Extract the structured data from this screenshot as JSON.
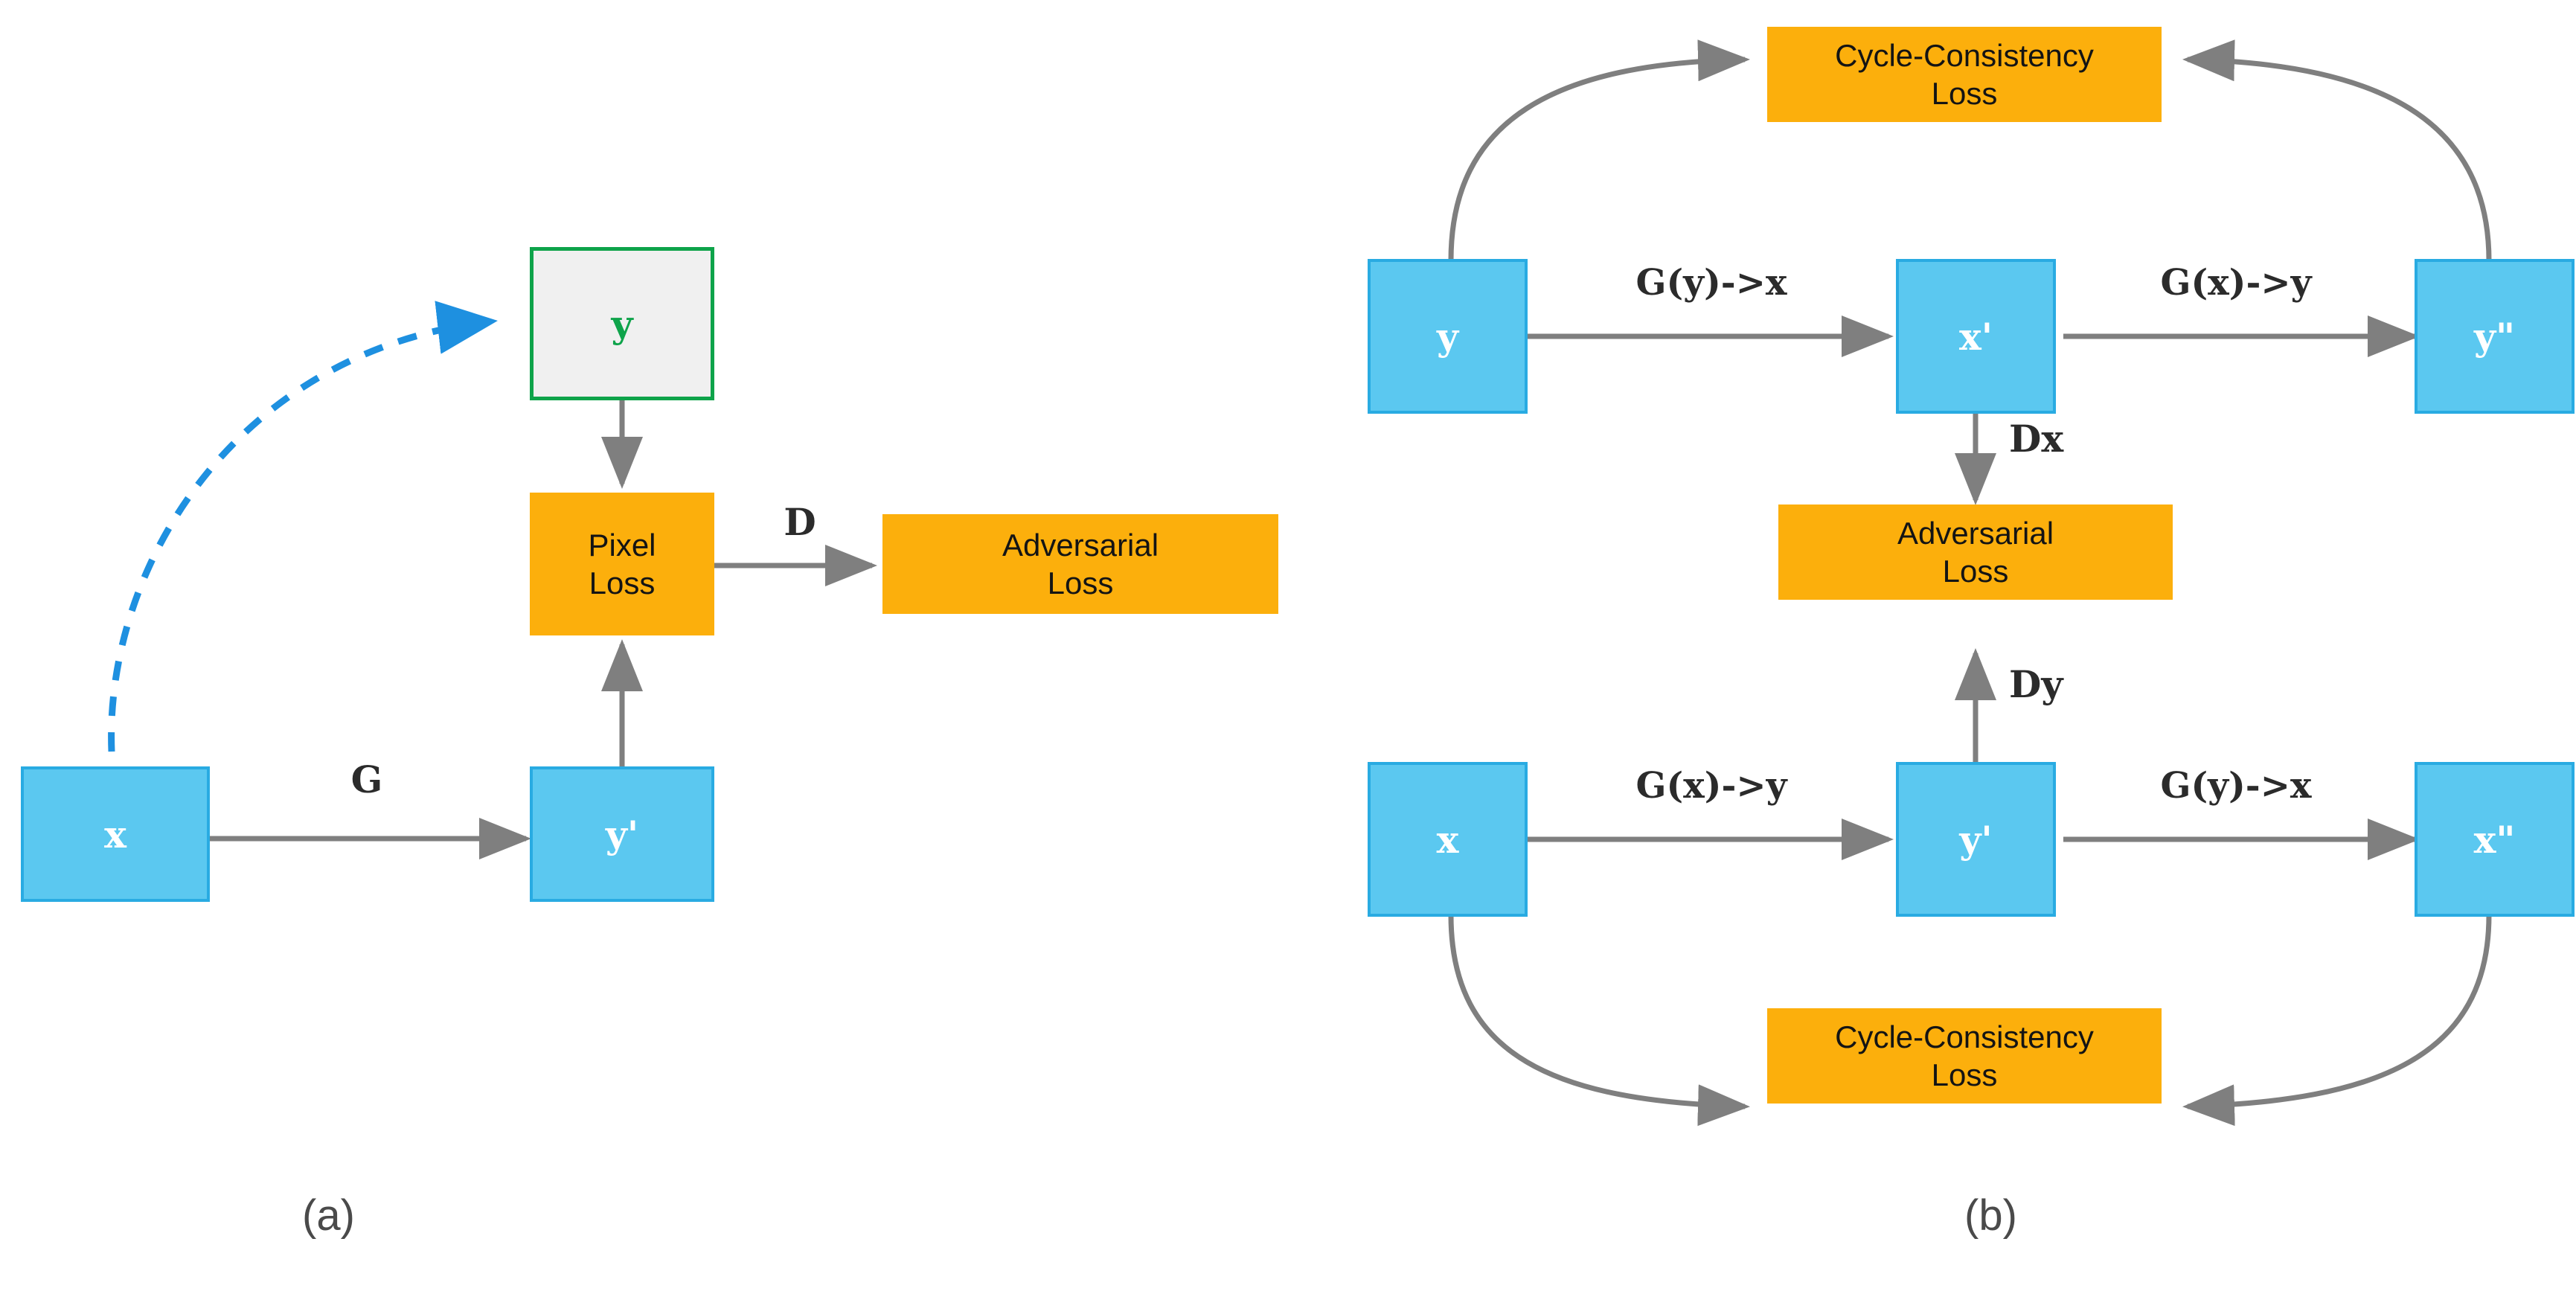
{
  "figure": {
    "type": "diagram",
    "description": "Two-panel schematic comparing a paired image-translation GAN (a) with a CycleGAN architecture (b)",
    "background_color": "#ffffff"
  },
  "colors": {
    "node_blue_fill": "#5BC8F0",
    "node_blue_border": "#29ABE2",
    "node_blue_text": "#ffffff",
    "node_green_fill": "#F0F0F0",
    "node_green_border": "#0EA34A",
    "node_green_text": "#0EA34A",
    "node_orange_fill": "#FCAF0C",
    "node_orange_text": "#141414",
    "arrow_gray": "#7F7F7F",
    "arrow_blue_dashed": "#1E90E0",
    "caption_text": "#4a4a4a"
  },
  "panel_a": {
    "caption": "(a)",
    "nodes": {
      "x": "x",
      "y": "y",
      "y_prime": "y'",
      "pixel_loss_line1": "Pixel",
      "pixel_loss_line2": "Loss",
      "adversarial_loss_line1": "Adversarial",
      "adversarial_loss_line2": "Loss"
    },
    "edge_labels": {
      "generator": "G",
      "discriminator": "D"
    },
    "edges": [
      {
        "from": "x",
        "to": "y",
        "label": "",
        "style": "dashed-blue-curve"
      },
      {
        "from": "x",
        "to": "y'",
        "label": "G",
        "style": "solid-gray"
      },
      {
        "from": "y",
        "to": "Pixel Loss",
        "label": "",
        "style": "solid-gray"
      },
      {
        "from": "y'",
        "to": "Pixel Loss",
        "label": "",
        "style": "solid-gray"
      },
      {
        "from": "Pixel Loss",
        "to": "Adversarial Loss",
        "label": "D",
        "style": "solid-gray"
      }
    ]
  },
  "panel_b": {
    "caption": "(b)",
    "nodes": {
      "y": "y",
      "x_prime": "x'",
      "y_double_prime": "y\"",
      "x": "x",
      "y_prime": "y'",
      "x_double_prime": "x\"",
      "cycle_loss_top_line1": "Cycle-Consistency",
      "cycle_loss_top_line2": "Loss",
      "cycle_loss_bottom_line1": "Cycle-Consistency",
      "cycle_loss_bottom_line2": "Loss",
      "adversarial_loss_line1": "Adversarial",
      "adversarial_loss_line2": "Loss"
    },
    "edge_labels": {
      "top_left": "G(y)->x",
      "top_right": "G(x)->y",
      "bottom_left": "G(x)->y",
      "bottom_right": "G(y)->x",
      "disc_x": "Dx",
      "disc_y": "Dy"
    },
    "edges": [
      {
        "from": "y",
        "to": "x'",
        "label": "G(y)->x",
        "style": "solid-gray"
      },
      {
        "from": "x'",
        "to": "y\"",
        "label": "G(x)->y",
        "style": "solid-gray"
      },
      {
        "from": "x",
        "to": "y'",
        "label": "G(x)->y",
        "style": "solid-gray"
      },
      {
        "from": "y'",
        "to": "x\"",
        "label": "G(y)->x",
        "style": "solid-gray"
      },
      {
        "from": "x'",
        "to": "Adversarial Loss",
        "label": "Dx",
        "style": "solid-gray"
      },
      {
        "from": "y'",
        "to": "Adversarial Loss",
        "label": "Dy",
        "style": "solid-gray"
      },
      {
        "from": "y",
        "to": "Cycle-Consistency Loss (top)",
        "label": "",
        "style": "curve-gray"
      },
      {
        "from": "y\"",
        "to": "Cycle-Consistency Loss (top)",
        "label": "",
        "style": "curve-gray"
      },
      {
        "from": "x",
        "to": "Cycle-Consistency Loss (bottom)",
        "label": "",
        "style": "curve-gray"
      },
      {
        "from": "x\"",
        "to": "Cycle-Consistency Loss (bottom)",
        "label": "",
        "style": "curve-gray"
      }
    ]
  }
}
